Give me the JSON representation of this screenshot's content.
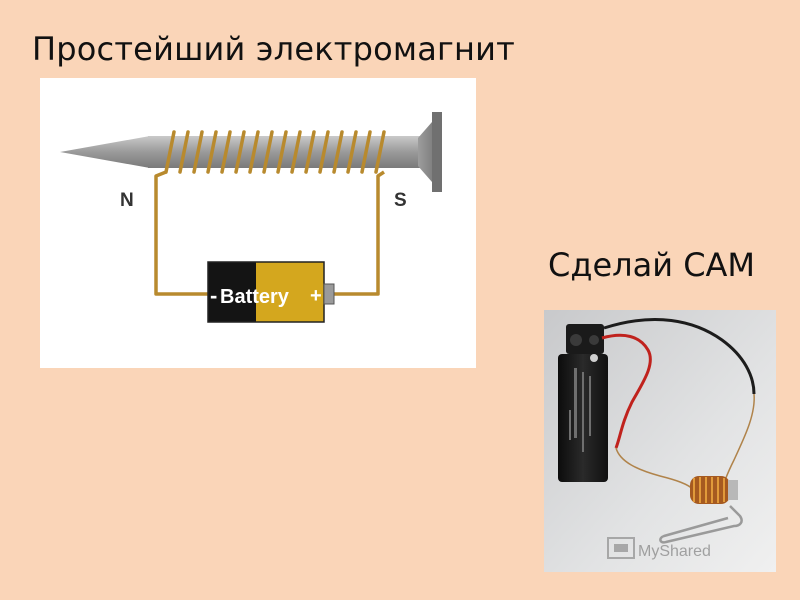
{
  "slide": {
    "title": "Простейший электромагнит",
    "subtitle": "Сделай САМ"
  },
  "diagram": {
    "pole_left": "N",
    "pole_right": "S",
    "battery_minus": "-",
    "battery_label": "Battery",
    "battery_plus": "+"
  },
  "photo": {
    "watermark": "MyShared"
  }
}
